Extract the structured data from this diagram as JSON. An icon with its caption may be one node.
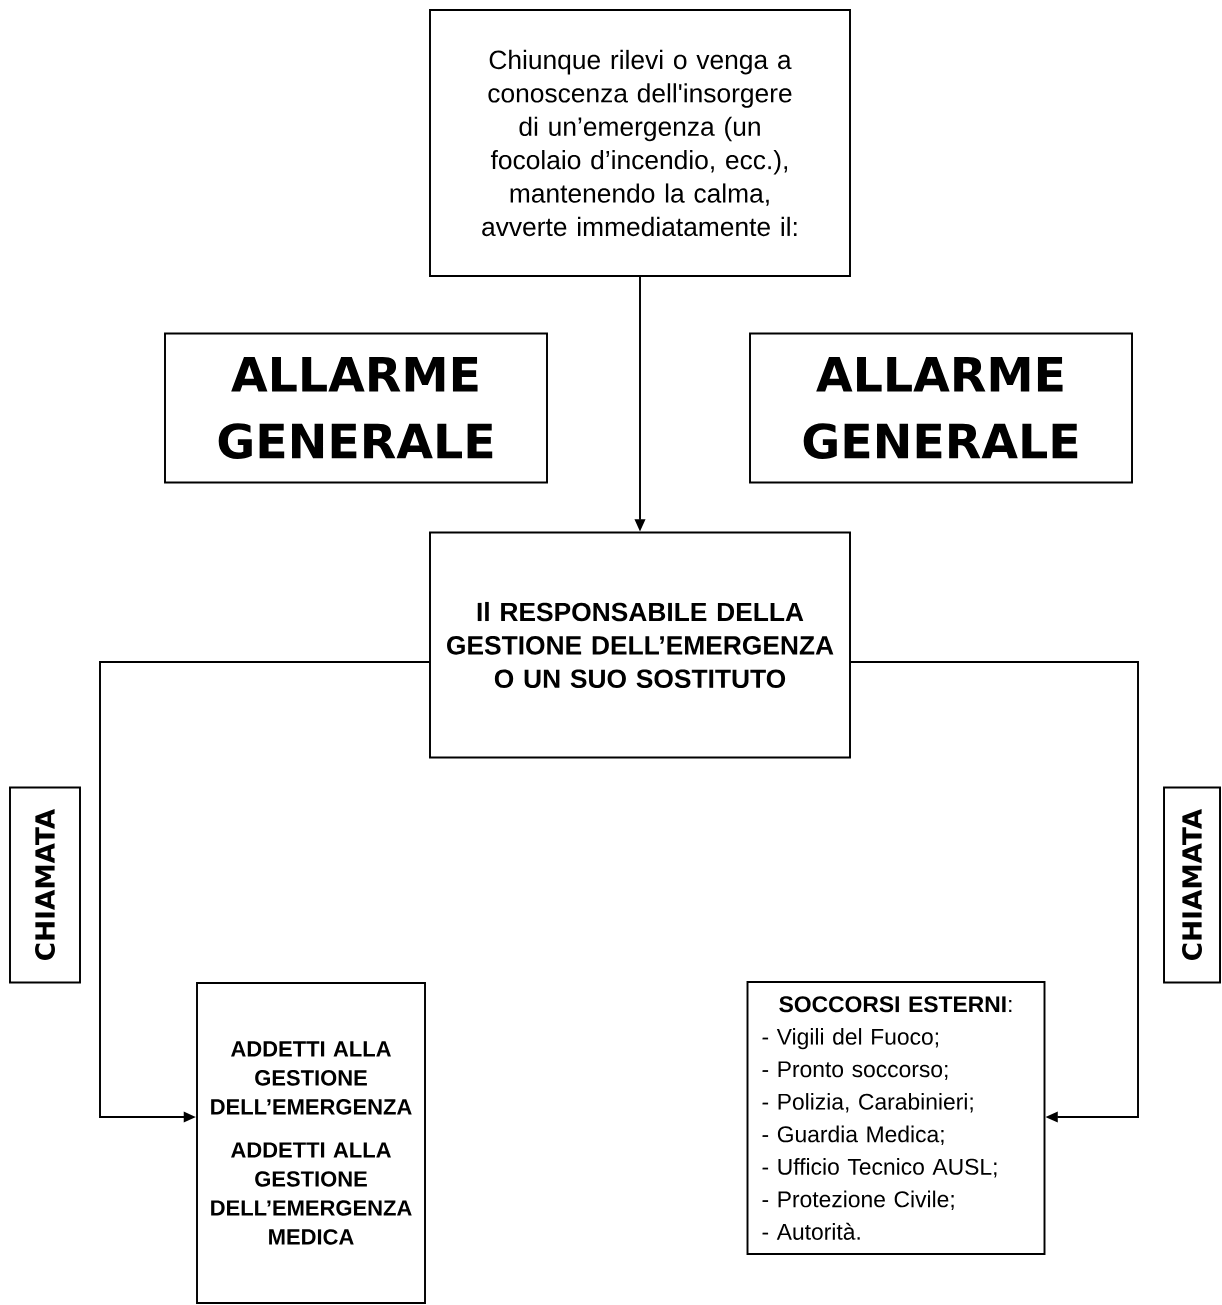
{
  "diagram": {
    "nodes": [
      {
        "text": [
          "Chiunque rilevi o venga a conoscenza dell'insorgere di un’emergenza (un focolaio d’incendio, ecc.), mantenendo la calma, avverte immediatamente il:"
        ]
      },
      {
        "text": [
          "ALLARME GENERALE"
        ]
      },
      {
        "text": [
          "ALLARME GENERALE"
        ]
      },
      {
        "text": [
          "Il RESPONSABILE DELLA GESTIONE DELL’EMERGENZA O UN SUO SOSTITUTO"
        ]
      },
      {
        "text": [
          "CHIAMATA"
        ]
      },
      {
        "text": [
          "CHIAMATA"
        ]
      },
      {
        "text": [
          "ADDETTI ALLA GESTIONE DELL’EMERGENZA",
          "ADDETTI ALLA GESTIONE DELL’EMERGENZA MEDICA"
        ]
      },
      {
        "text": [
          "**SOCCORSI ESTERNI**:",
          "- Vigili del Fuoco;",
          "- Pronto soccorso;",
          "- Polizia, Carabinieri;",
          "- Guardia Medica;",
          "- Ufficio Tecnico AUSL;",
          "- Protezione Civile;",
          "- Autorità."
        ]
      }
    ],
    "edges": [
      {
        "from": 0,
        "to": 3,
        "arrow": "to"
      },
      {
        "from": 3,
        "to": 6,
        "arrow": "to"
      },
      {
        "from": 3,
        "to": 7,
        "arrow": "to"
      }
    ]
  }
}
